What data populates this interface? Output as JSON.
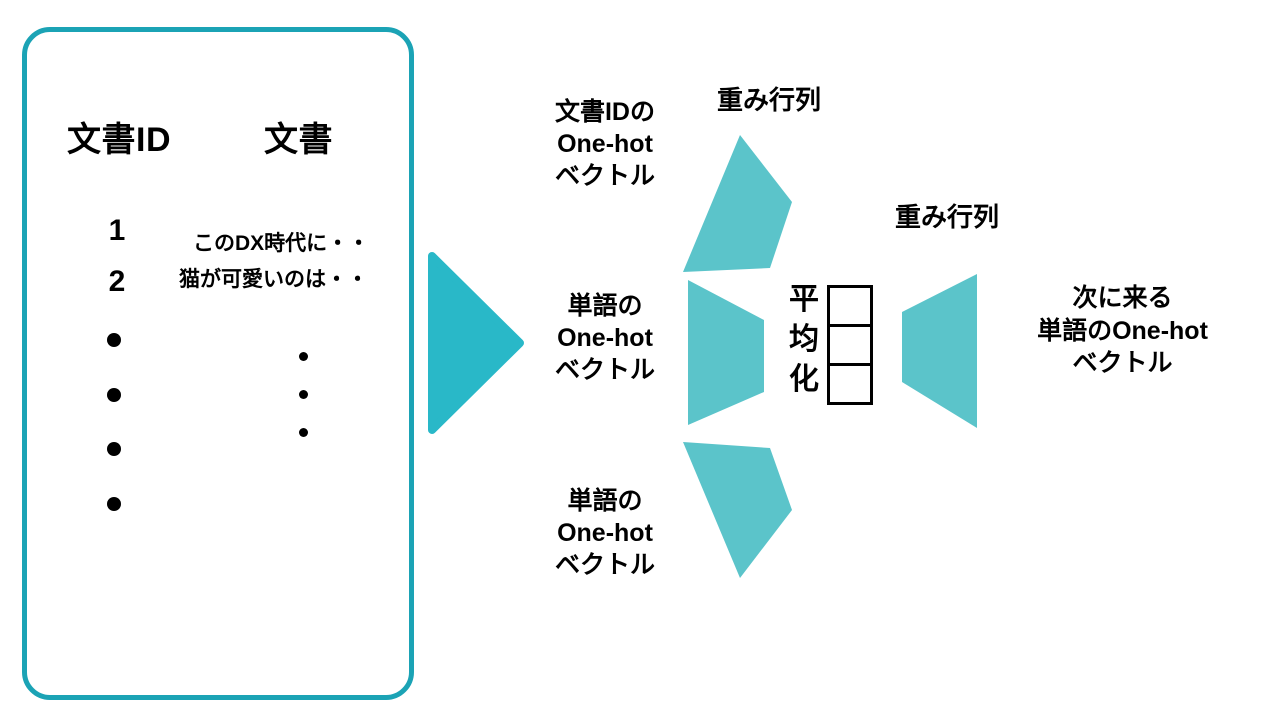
{
  "colors": {
    "card_border": "#1BA3B5",
    "arrow": "#29B8C8",
    "matrix_shape": "#5BC4CA",
    "text": "#000000",
    "background": "#FFFFFF"
  },
  "document_table": {
    "headers": {
      "id": "文書ID",
      "document": "文書"
    },
    "rows": [
      {
        "id": "1",
        "document": "このDX時代に・・"
      },
      {
        "id": "2",
        "document": "猫が可愛いのは・・"
      }
    ],
    "id_continuation_dots": 4,
    "document_continuation_dots": 3
  },
  "flow": {
    "arrow_label": "flow-arrow-right",
    "inputs": [
      {
        "name": "doc-id-onehot",
        "label": "文書IDの\nOne-hot\nベクトル"
      },
      {
        "name": "word-onehot-1",
        "label": "単語の\nOne-hot\nベクトル"
      },
      {
        "name": "word-onehot-2",
        "label": "単語の\nOne-hot\nベクトル"
      }
    ],
    "weight_matrix_titles": [
      {
        "name": "weight-matrix-input",
        "label": "重み行列"
      },
      {
        "name": "weight-matrix-output",
        "label": "重み行列"
      }
    ],
    "average": {
      "label": "平均化",
      "characters": [
        "平",
        "均",
        "化"
      ],
      "vector_cells": 3
    },
    "output": {
      "name": "next-word-onehot",
      "label": "次に来る\n単語のOne-hot\nベクトル"
    }
  }
}
